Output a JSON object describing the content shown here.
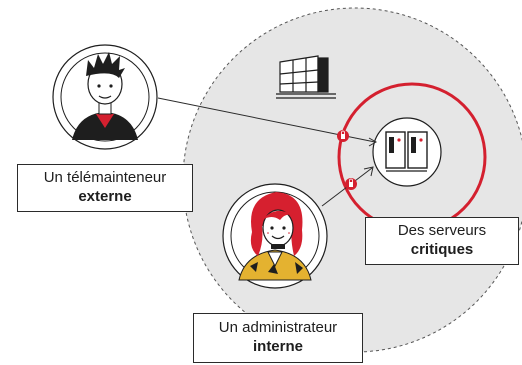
{
  "colors": {
    "accent": "#d4202f",
    "zone_fill": "#e6e6e6",
    "ink": "#1e1e1e",
    "hair": "#d6202f",
    "shirt": "#e4b230"
  },
  "labels": {
    "external": {
      "line1": "Un télémainteneur",
      "line2": "externe"
    },
    "servers": {
      "line1": "Des serveurs",
      "line2": "critiques"
    },
    "admin": {
      "line1": "Un administrateur",
      "line2": "interne"
    }
  },
  "icons": {
    "building": "building-icon",
    "servers": "server-rack-icon",
    "lock": "lock-icon"
  }
}
